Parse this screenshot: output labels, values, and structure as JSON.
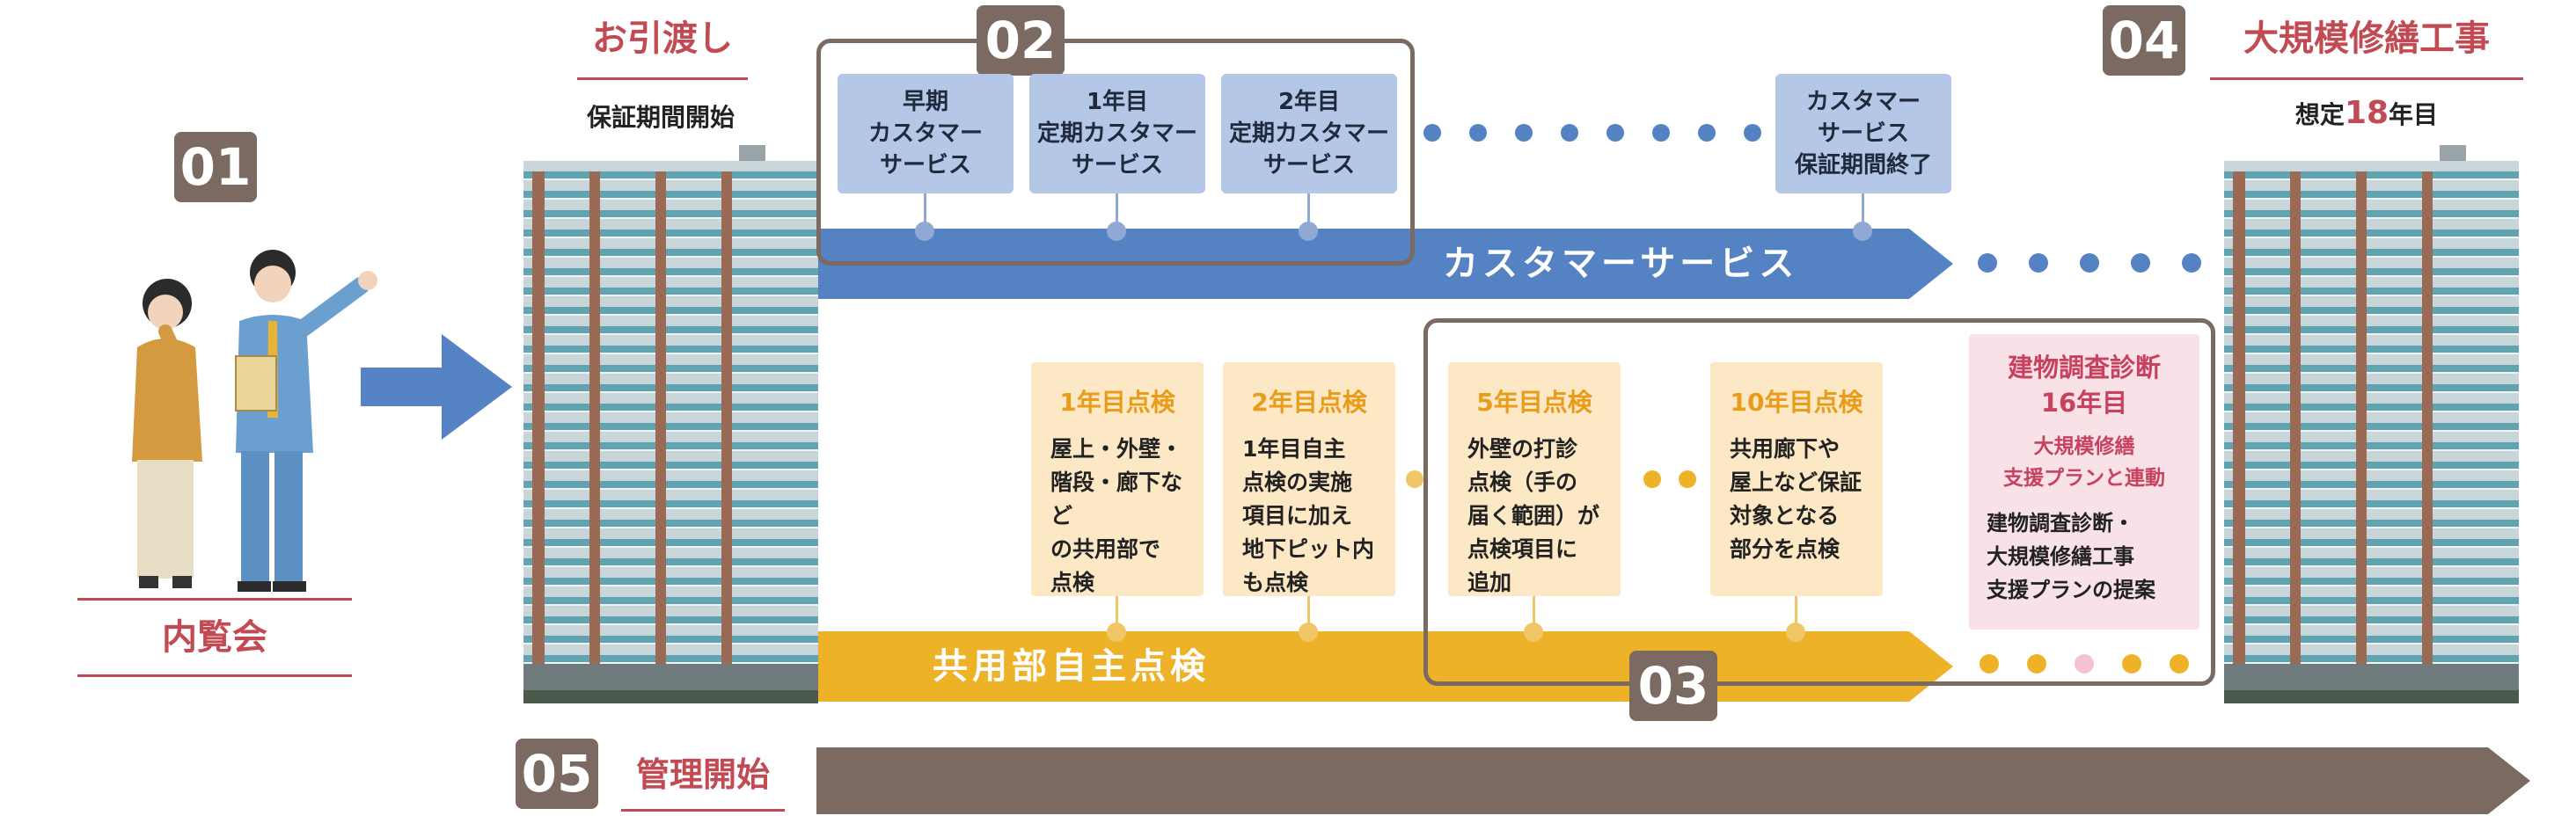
{
  "colors": {
    "brand_red": "#c24a52",
    "badge_brown": "#7a6a62",
    "blue_bar": "#5582c2",
    "blue_box": "#b4c7e6",
    "orange_bar": "#edb228",
    "orange_title": "#e99b1a",
    "yellow_box": "#fce8c4",
    "pink_box": "#f8e2e7",
    "pink_title": "#c7425f",
    "mgmt_bar": "#7a6a62"
  },
  "stage01": {
    "number": "01",
    "title": "内覧会"
  },
  "stage_handover": {
    "title": "お引渡し",
    "subtitle": "保証期間開始"
  },
  "stage02": {
    "number": "02"
  },
  "stage03": {
    "number": "03"
  },
  "stage04": {
    "number": "04",
    "title": "大規模修繕工事",
    "subtitle_pre": "想定",
    "subtitle_num": "18",
    "subtitle_post": "年目"
  },
  "stage05": {
    "number": "05",
    "title": "管理開始"
  },
  "customer_service": {
    "bar_label": "カスタマーサービス",
    "items": [
      {
        "label": "早期\nカスタマー\nサービス"
      },
      {
        "label": "1年目\n定期カスタマー\nサービス"
      },
      {
        "label": "2年目\n定期カスタマー\nサービス"
      },
      {
        "label": "カスタマー\nサービス\n保証期間終了"
      }
    ]
  },
  "inspection": {
    "bar_label": "共用部自主点検",
    "items": [
      {
        "title": "1年目点検",
        "text": "屋上・外壁・\n階段・廊下など\nの共用部で\n点検"
      },
      {
        "title": "2年目点検",
        "text": "1年目自主\n点検の実施\n項目に加え\n地下ピット内\nも点検"
      },
      {
        "title": "5年目点検",
        "text": "外壁の打診\n点検（手の\n届く範囲）が\n点検項目に\n追加"
      },
      {
        "title": "10年目点検",
        "text": "共用廊下や\n屋上など保証\n対象となる\n部分を点検"
      }
    ],
    "survey": {
      "title_line1": "建物調査診断",
      "title_line2": "16年目",
      "subtitle_line1": "大規模修繕",
      "subtitle_line2": "支援プランと連動",
      "text": "建物調査診断・\n大規模修繕工事\n支援プランの提案"
    }
  },
  "icons": {
    "people": "couple-touring-icon",
    "building": "tower-condominium-icon",
    "arrow": "right-arrow-icon"
  }
}
